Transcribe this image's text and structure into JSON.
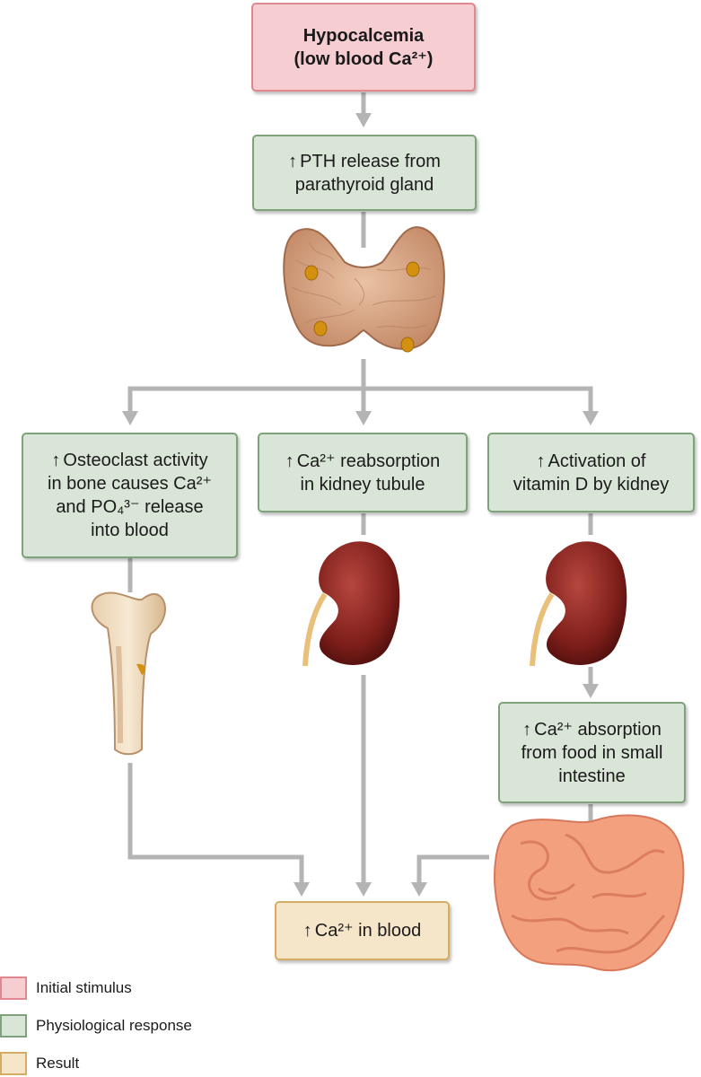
{
  "nodes": {
    "stimulus": {
      "line1": "Hypocalcemia",
      "line2": "(low blood Ca²⁺)"
    },
    "pth": {
      "arrow": "↑",
      "line1": "PTH release from",
      "line2": "parathyroid gland"
    },
    "osteoclast": {
      "arrow": "↑",
      "line1": "Osteoclast activity",
      "line2": "in bone causes Ca²⁺",
      "line3": "and PO₄³⁻ release",
      "line4": "into blood"
    },
    "reabsorption": {
      "arrow": "↑",
      "line1": "Ca²⁺ reabsorption",
      "line2": "in kidney tubule"
    },
    "vitamin_d": {
      "arrow": "↑",
      "line1": "Activation of",
      "line2": "vitamin D by kidney"
    },
    "absorption": {
      "arrow": "↑",
      "line1": "Ca²⁺ absorption",
      "line2": "from food in small",
      "line3": "intestine"
    },
    "result": {
      "arrow": "↑",
      "line1": "Ca²⁺ in blood"
    }
  },
  "legend": [
    {
      "label": "Initial stimulus",
      "color": "#f6cdd1",
      "border": "#e0878f"
    },
    {
      "label": "Physiological response",
      "color": "#d9e5d6",
      "border": "#7ea27a"
    },
    {
      "label": "Result",
      "color": "#f6e6c9",
      "border": "#d5ac63"
    }
  ],
  "colors": {
    "connector": "#b4b4b4",
    "gland": "#d9a483",
    "kidney": "#7e1e1a",
    "bone": "#f0dcc0",
    "intestine": "#f2a07e"
  },
  "icons": [
    "parathyroid-gland-icon",
    "bone-icon",
    "kidney-icon",
    "small-intestine-icon"
  ]
}
